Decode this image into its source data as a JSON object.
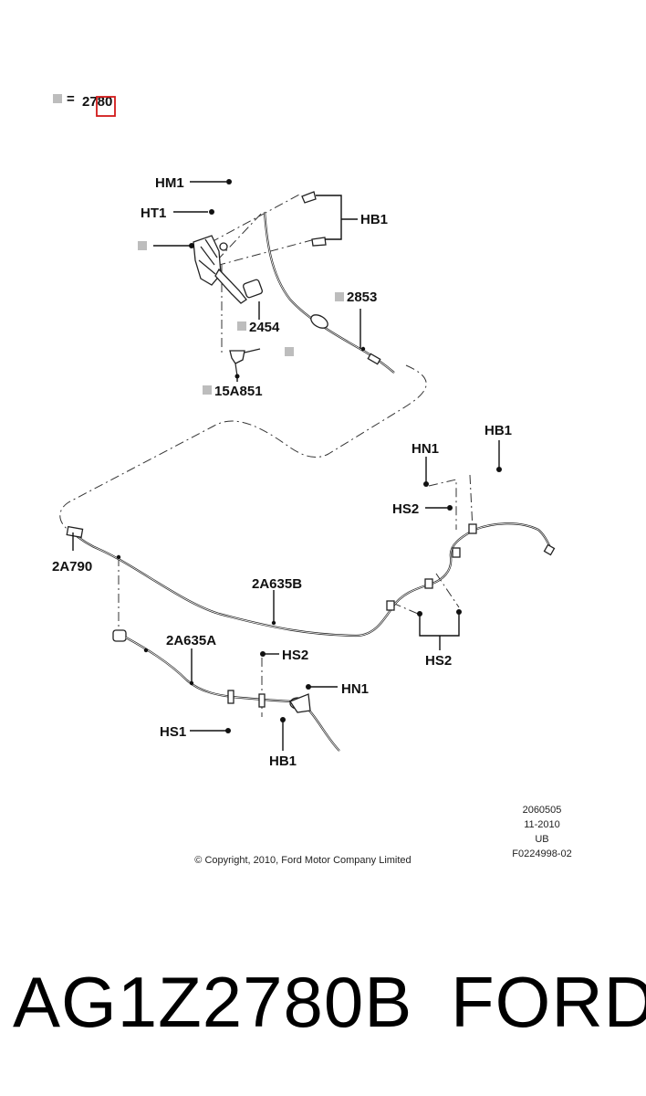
{
  "legend": {
    "equals": "=",
    "code": "2780"
  },
  "callouts": {
    "hm1": "HM1",
    "ht1": "HT1",
    "hb1_top": "HB1",
    "c2853": "2853",
    "c2454": "2454",
    "c15a851": "15A851",
    "hn1_right": "HN1",
    "hb1_right": "HB1",
    "hs2_right": "HS2",
    "c2a790": "2A790",
    "c2a635b": "2A635B",
    "hs2_lower": "HS2",
    "c2a635a": "2A635A",
    "hs2_bottom": "HS2",
    "hn1_bottom": "HN1",
    "hs1": "HS1",
    "hb1_bottom": "HB1"
  },
  "meta": {
    "code": "2060505",
    "date": "11-2010",
    "region": "UB",
    "ref": "F0224998-02"
  },
  "copyright": "© Copyright, 2010, Ford Motor Company Limited",
  "footer": {
    "part_number": "AG1Z2780B",
    "brand": "FORD"
  },
  "colors": {
    "highlight": "#d11a1a",
    "line": "#222222",
    "grid_icon": "#bdbdbd"
  }
}
